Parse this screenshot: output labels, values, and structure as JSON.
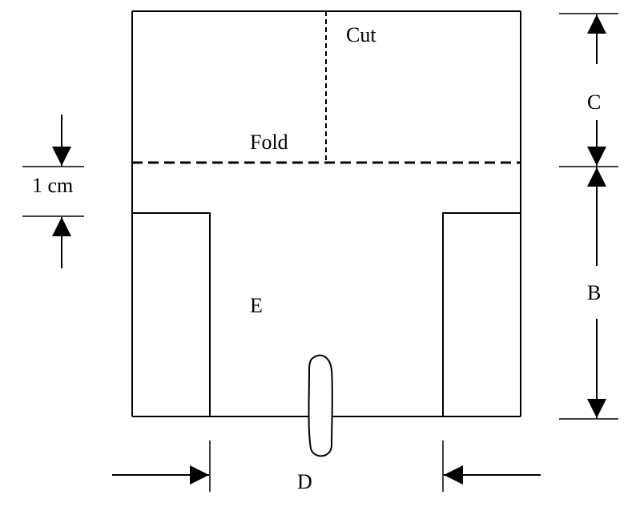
{
  "labels": {
    "cut": "Cut",
    "fold": "Fold",
    "one_cm": "1 cm",
    "c": "C",
    "b": "B",
    "e": "E",
    "d": "D"
  },
  "colors": {
    "ink": "#000000",
    "paper": "#ffffff"
  }
}
